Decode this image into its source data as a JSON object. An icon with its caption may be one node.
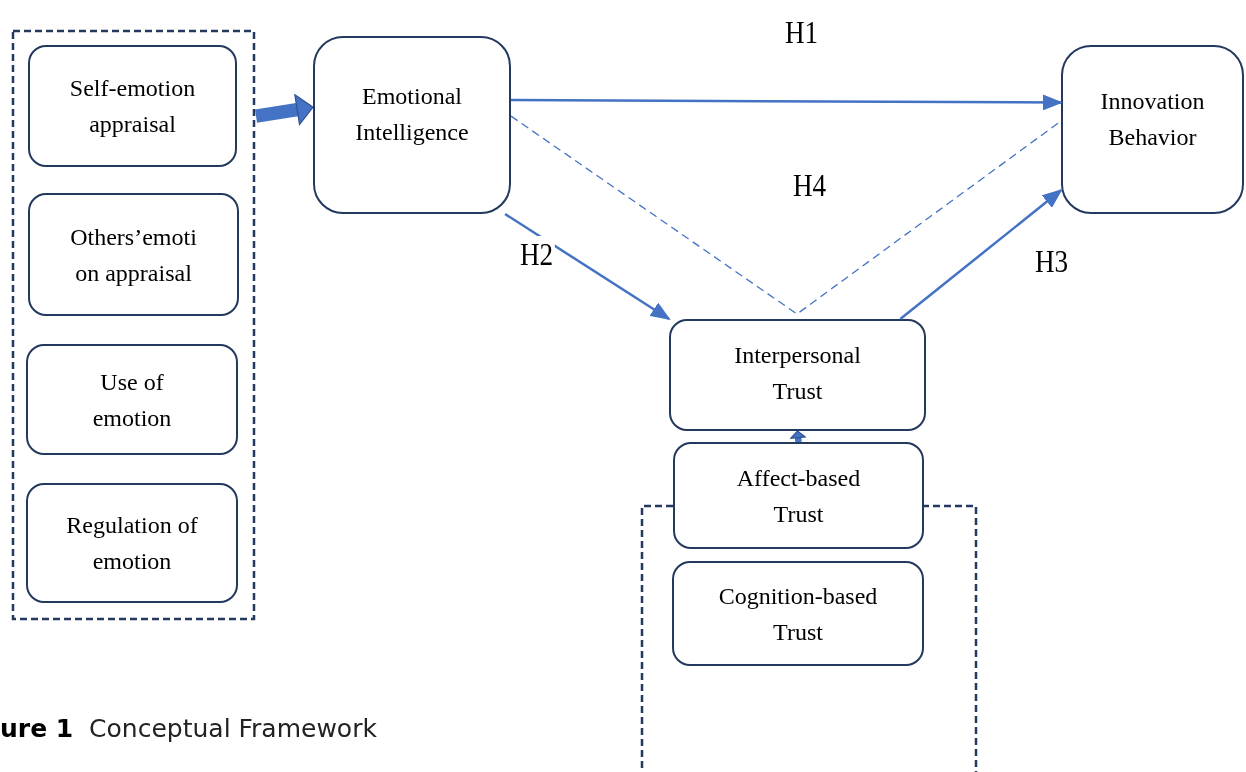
{
  "diagram": {
    "caption": "**ure 1**  Conceptual Framework",
    "nodes": [
      {
        "text": [],
        "shape": "box"
      },
      {
        "text": [
          "Self-emotion appraisal"
        ],
        "in": 0
      },
      {
        "text": [
          "Others’emoti on appraisal"
        ],
        "in": 0
      },
      {
        "text": [
          "Use of emotion"
        ],
        "in": 0
      },
      {
        "text": [
          "Regulation of emotion"
        ],
        "in": 0
      },
      {
        "text": [
          "Emotional Intelligence"
        ]
      },
      {
        "text": [
          "Innovation Behavior"
        ]
      },
      {
        "text": [
          "Interpersonal Trust"
        ]
      },
      {
        "text": [],
        "shape": "box"
      },
      {
        "text": [
          "Affect-based Trust"
        ]
      },
      {
        "text": [
          "Cognition-based Trust"
        ],
        "in": 8
      }
    ],
    "edges": [
      {
        "from": 0,
        "to": 5,
        "arrow": "to",
        "style": "thick"
      },
      {
        "from": 5,
        "to": 6,
        "arrow": "to",
        "label": "H1"
      },
      {
        "from": 5,
        "to": 7,
        "arrow": "to",
        "label": "H2"
      },
      {
        "from": 7,
        "to": 6,
        "arrow": "to",
        "label": "H3"
      },
      {
        "from": 5,
        "to": 6,
        "arrow": "none",
        "style": "dashed",
        "label": "H4"
      },
      {
        "from": 9,
        "to": 7,
        "arrow": "to",
        "style": "thick"
      }
    ]
  }
}
